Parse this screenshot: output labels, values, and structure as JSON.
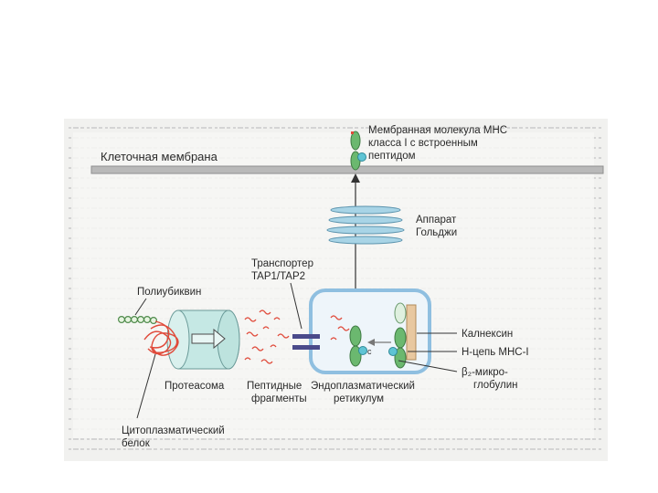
{
  "labels": {
    "cell_membrane": "Клеточная мембрана",
    "mhc_membrane_line1": "Мембранная молекула МНС",
    "mhc_membrane_line2": "класса I с встроенным",
    "mhc_membrane_line3": "пептидом",
    "golgi_line1": "Аппарат",
    "golgi_line2": "Гольджи",
    "transporter_line1": "Транспортер",
    "transporter_line2": "TAP1/TAP2",
    "polyubiquitin": "Полиубиквин",
    "proteasome": "Протеасома",
    "peptide_fragments_line1": "Пептидные",
    "peptide_fragments_line2": "фрагменты",
    "er_line1": "Эндоплазматический",
    "er_line2": "ретикулум",
    "calnexin": "Калнексин",
    "h_chain": "Н-цепь МНС-I",
    "b2_line1": "β₂-микро-",
    "b2_line2": "глобулин",
    "cytoplasmic_line1": "Цитоплазматический",
    "cytoplasmic_line2": "белок"
  },
  "colors": {
    "mhc_green": "#6bb86f",
    "b2_cyan": "#5fc4d4",
    "protein_red": "#e04a3a",
    "transporter": "#4a4a8a",
    "golgi_blue": "#a8d4e6",
    "er_blue": "#8fbfe0",
    "calnexin_tan": "#e8c8a0",
    "background_text": "#9a9a9a"
  }
}
